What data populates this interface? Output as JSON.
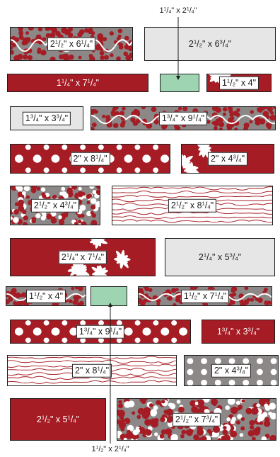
{
  "colors": {
    "red": "#a51c24",
    "gray": "#8c8888",
    "light_gray": "#e6e6e6",
    "mint": "#9fd4b3",
    "white": "#ffffff",
    "outline": "#1e1e1e"
  },
  "pieces": [
    {
      "id": "p1",
      "fabric": "gray-red-dots-script",
      "label": [
        "2",
        "1",
        "2",
        "\" x 6",
        "1",
        "4",
        "\""
      ],
      "style": "boxed"
    },
    {
      "id": "p2",
      "fabric": "light-gray-solid",
      "label": [
        "2",
        "1",
        "2",
        "\" x 6",
        "3",
        "4",
        "\""
      ],
      "style": "plain"
    },
    {
      "id": "p3",
      "fabric": "red-solid",
      "label": [
        "1",
        "1",
        "4",
        "\" x 7",
        "1",
        "4",
        "\""
      ],
      "style": "white"
    },
    {
      "id": "p4",
      "fabric": "mint-solid",
      "label": null,
      "style": "none"
    },
    {
      "id": "p5",
      "fabric": "red-white-floral",
      "label": [
        "1",
        "1",
        "2",
        "\" x 4\"",
        "",
        "",
        ""
      ],
      "style": "boxed"
    },
    {
      "id": "p6",
      "fabric": "light-gray-solid",
      "label": [
        "1",
        "3",
        "4",
        "\" x 3",
        "3",
        "4",
        "\""
      ],
      "style": "boxed"
    },
    {
      "id": "p7",
      "fabric": "gray-red-dots-script",
      "label": [
        "1",
        "3",
        "4",
        "\" x 9",
        "1",
        "4",
        "\""
      ],
      "style": "boxed"
    },
    {
      "id": "p8",
      "fabric": "red-white-dots",
      "label": [
        "2\" x 8",
        "",
        "",
        "",
        "1",
        "4",
        "\""
      ],
      "style": "boxed"
    },
    {
      "id": "p9",
      "fabric": "red-white-floral",
      "label": [
        "2\" x 4",
        "",
        "",
        "",
        "3",
        "4",
        "\""
      ],
      "style": "boxed"
    },
    {
      "id": "p10",
      "fabric": "gray-red-dots",
      "label": [
        "2",
        "1",
        "2",
        "\" x 4",
        "3",
        "4",
        "\""
      ],
      "style": "boxed"
    },
    {
      "id": "p11",
      "fabric": "white-red-swirl",
      "label": [
        "2",
        "1",
        "2",
        "\" x 8",
        "1",
        "4",
        "\""
      ],
      "style": "boxed"
    },
    {
      "id": "p12",
      "fabric": "red-white-floral",
      "label": [
        "2",
        "1",
        "4",
        "\" x 7",
        "1",
        "4",
        "\""
      ],
      "style": "boxed"
    },
    {
      "id": "p13",
      "fabric": "light-gray-solid",
      "label": [
        "2",
        "1",
        "4",
        "\" x 5",
        "3",
        "4",
        "\""
      ],
      "style": "plain"
    },
    {
      "id": "p14",
      "fabric": "gray-red-dots-script",
      "label": [
        "1",
        "1",
        "2",
        "\" x 4\"",
        "",
        "",
        ""
      ],
      "style": "boxed"
    },
    {
      "id": "p15",
      "fabric": "mint-solid",
      "label": null,
      "style": "none"
    },
    {
      "id": "p16",
      "fabric": "gray-red-dots-script",
      "label": [
        "1",
        "1",
        "2",
        "\" x 7",
        "1",
        "4",
        "\""
      ],
      "style": "boxed"
    },
    {
      "id": "p17",
      "fabric": "red-white-dots",
      "label": [
        "1",
        "3",
        "4",
        "\" x 9",
        "1",
        "4",
        "\""
      ],
      "style": "boxed"
    },
    {
      "id": "p18",
      "fabric": "red-solid",
      "label": [
        "1",
        "3",
        "4",
        "\" x 3",
        "3",
        "4",
        "\""
      ],
      "style": "white"
    },
    {
      "id": "p19",
      "fabric": "white-red-swirl",
      "label": [
        "2\" x 8",
        "",
        "",
        "",
        "1",
        "4",
        "\""
      ],
      "style": "boxed"
    },
    {
      "id": "p20",
      "fabric": "gray-white-dots",
      "label": [
        "2\" x 4",
        "",
        "",
        "",
        "3",
        "4",
        "\""
      ],
      "style": "boxed"
    },
    {
      "id": "p21",
      "fabric": "red-solid",
      "label": [
        "2",
        "1",
        "2",
        "\" x 5",
        "1",
        "4",
        "\""
      ],
      "style": "white"
    },
    {
      "id": "p22",
      "fabric": "gray-red-white-dots",
      "label": [
        "2",
        "1",
        "2",
        "\" x 7",
        "3",
        "4",
        "\""
      ],
      "style": "boxed"
    }
  ],
  "callouts": {
    "top": [
      "1",
      "1",
      "4",
      "\" x 2",
      "1",
      "4",
      "\""
    ],
    "bottom": [
      "1",
      "1",
      "2",
      "\" x 2",
      "1",
      "4",
      "\""
    ]
  }
}
